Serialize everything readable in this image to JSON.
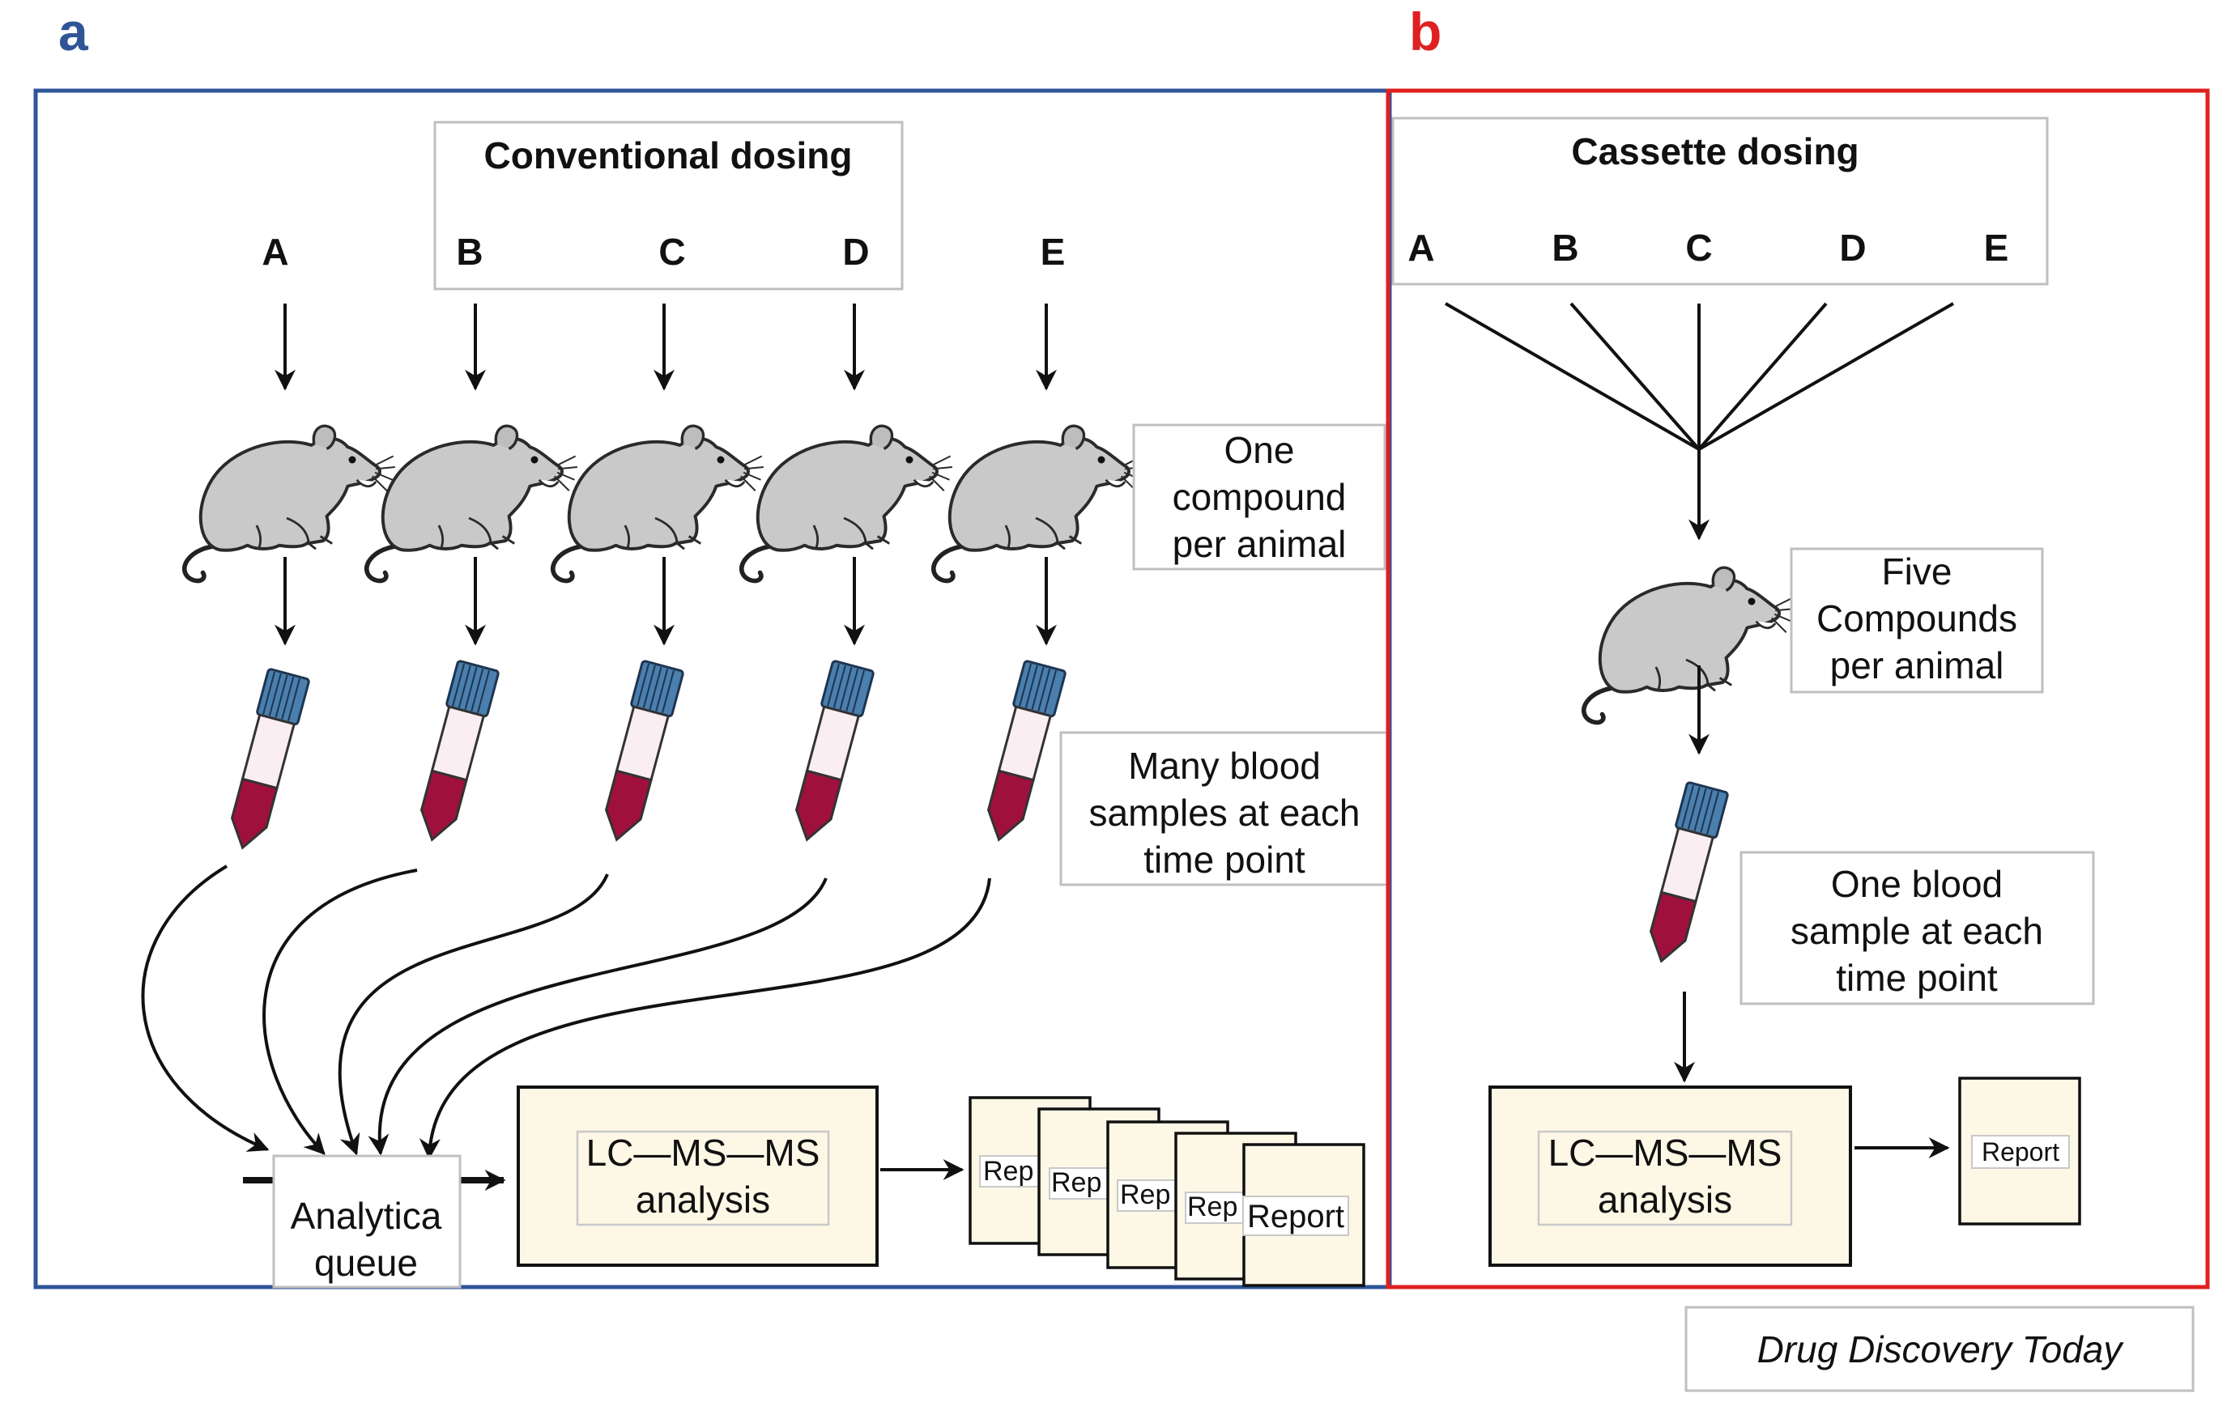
{
  "panel_a": {
    "letter": "a",
    "title": "Conventional dosing",
    "compounds": [
      "A",
      "B",
      "C",
      "D",
      "E"
    ],
    "animal_note": [
      "One",
      "compound",
      "per animal"
    ],
    "blood_note": [
      "Many blood",
      "samples at each",
      "time point"
    ],
    "queue_label": [
      "Analytica",
      "queue"
    ],
    "analysis_label": [
      "LC—MS—MS",
      "analysis"
    ],
    "report_stub": "Rep",
    "report_label": "Report"
  },
  "panel_b": {
    "letter": "b",
    "title": "Cassette dosing",
    "compounds": [
      "A",
      "B",
      "C",
      "D",
      "E"
    ],
    "animal_note": [
      "Five",
      "Compounds",
      "per animal"
    ],
    "blood_note": [
      "One blood",
      "sample at each",
      "time point"
    ],
    "analysis_label": [
      "LC—MS—MS",
      "analysis"
    ],
    "report_label": "Report"
  },
  "credit": "Drug Discovery Today",
  "colors": {
    "panel_a_frame": "#2f5597",
    "panel_b_frame": "#e02020",
    "letter_a": "#2f5597",
    "letter_b": "#e02020",
    "tube_cap": "#4a7fae",
    "tube_blood": "#a0103c",
    "tube_body": "#fbeef2",
    "rat_fill": "#c9c9c9",
    "box_fill": "#fdf8e6"
  }
}
